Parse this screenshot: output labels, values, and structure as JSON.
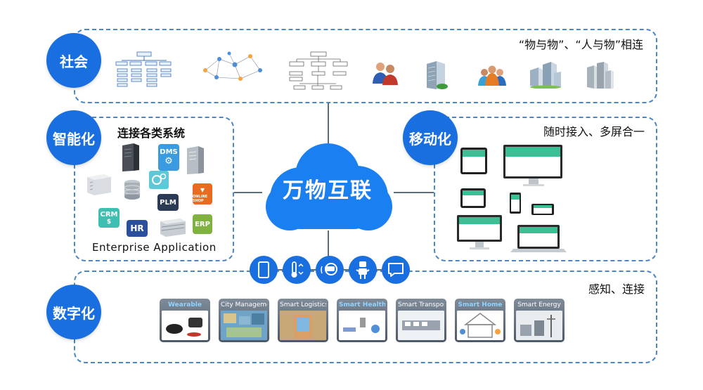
{
  "center": {
    "label": "万物互联"
  },
  "society": {
    "label": "社会",
    "caption": "“物与物”、“人与物”相连",
    "icons": [
      "org-chart-icon",
      "network-graph-icon",
      "hierarchy-chart-icon",
      "people-icon",
      "building-icon",
      "group-icon",
      "city-icon",
      "towers-icon"
    ]
  },
  "intelligence": {
    "label": "智能化",
    "caption": "连接各类系统",
    "footer": "Enterprise  Application",
    "apps": {
      "dms": "DMS",
      "plm": "PLM",
      "crm": "CRM",
      "hr": "HR",
      "erp": "ERP",
      "shop": "ONLINE SHOP"
    }
  },
  "mobile": {
    "label": "移动化",
    "caption": "随时接入、多屏合一"
  },
  "digital": {
    "label": "数字化",
    "caption": "感知、连接",
    "cards": [
      "Wearable",
      "City Management",
      "Smart Logistics",
      "Smart Healthcare",
      "Smart Transport",
      "Smart Home",
      "Smart Energy"
    ],
    "sensors": [
      "phone-icon",
      "thermometer-icon",
      "vr-headset-icon",
      "robot-icon",
      "message-icon"
    ]
  },
  "colors": {
    "primary": "#1a6fe0",
    "border": "#4a86c8",
    "cloud": "#1a7ff0"
  }
}
